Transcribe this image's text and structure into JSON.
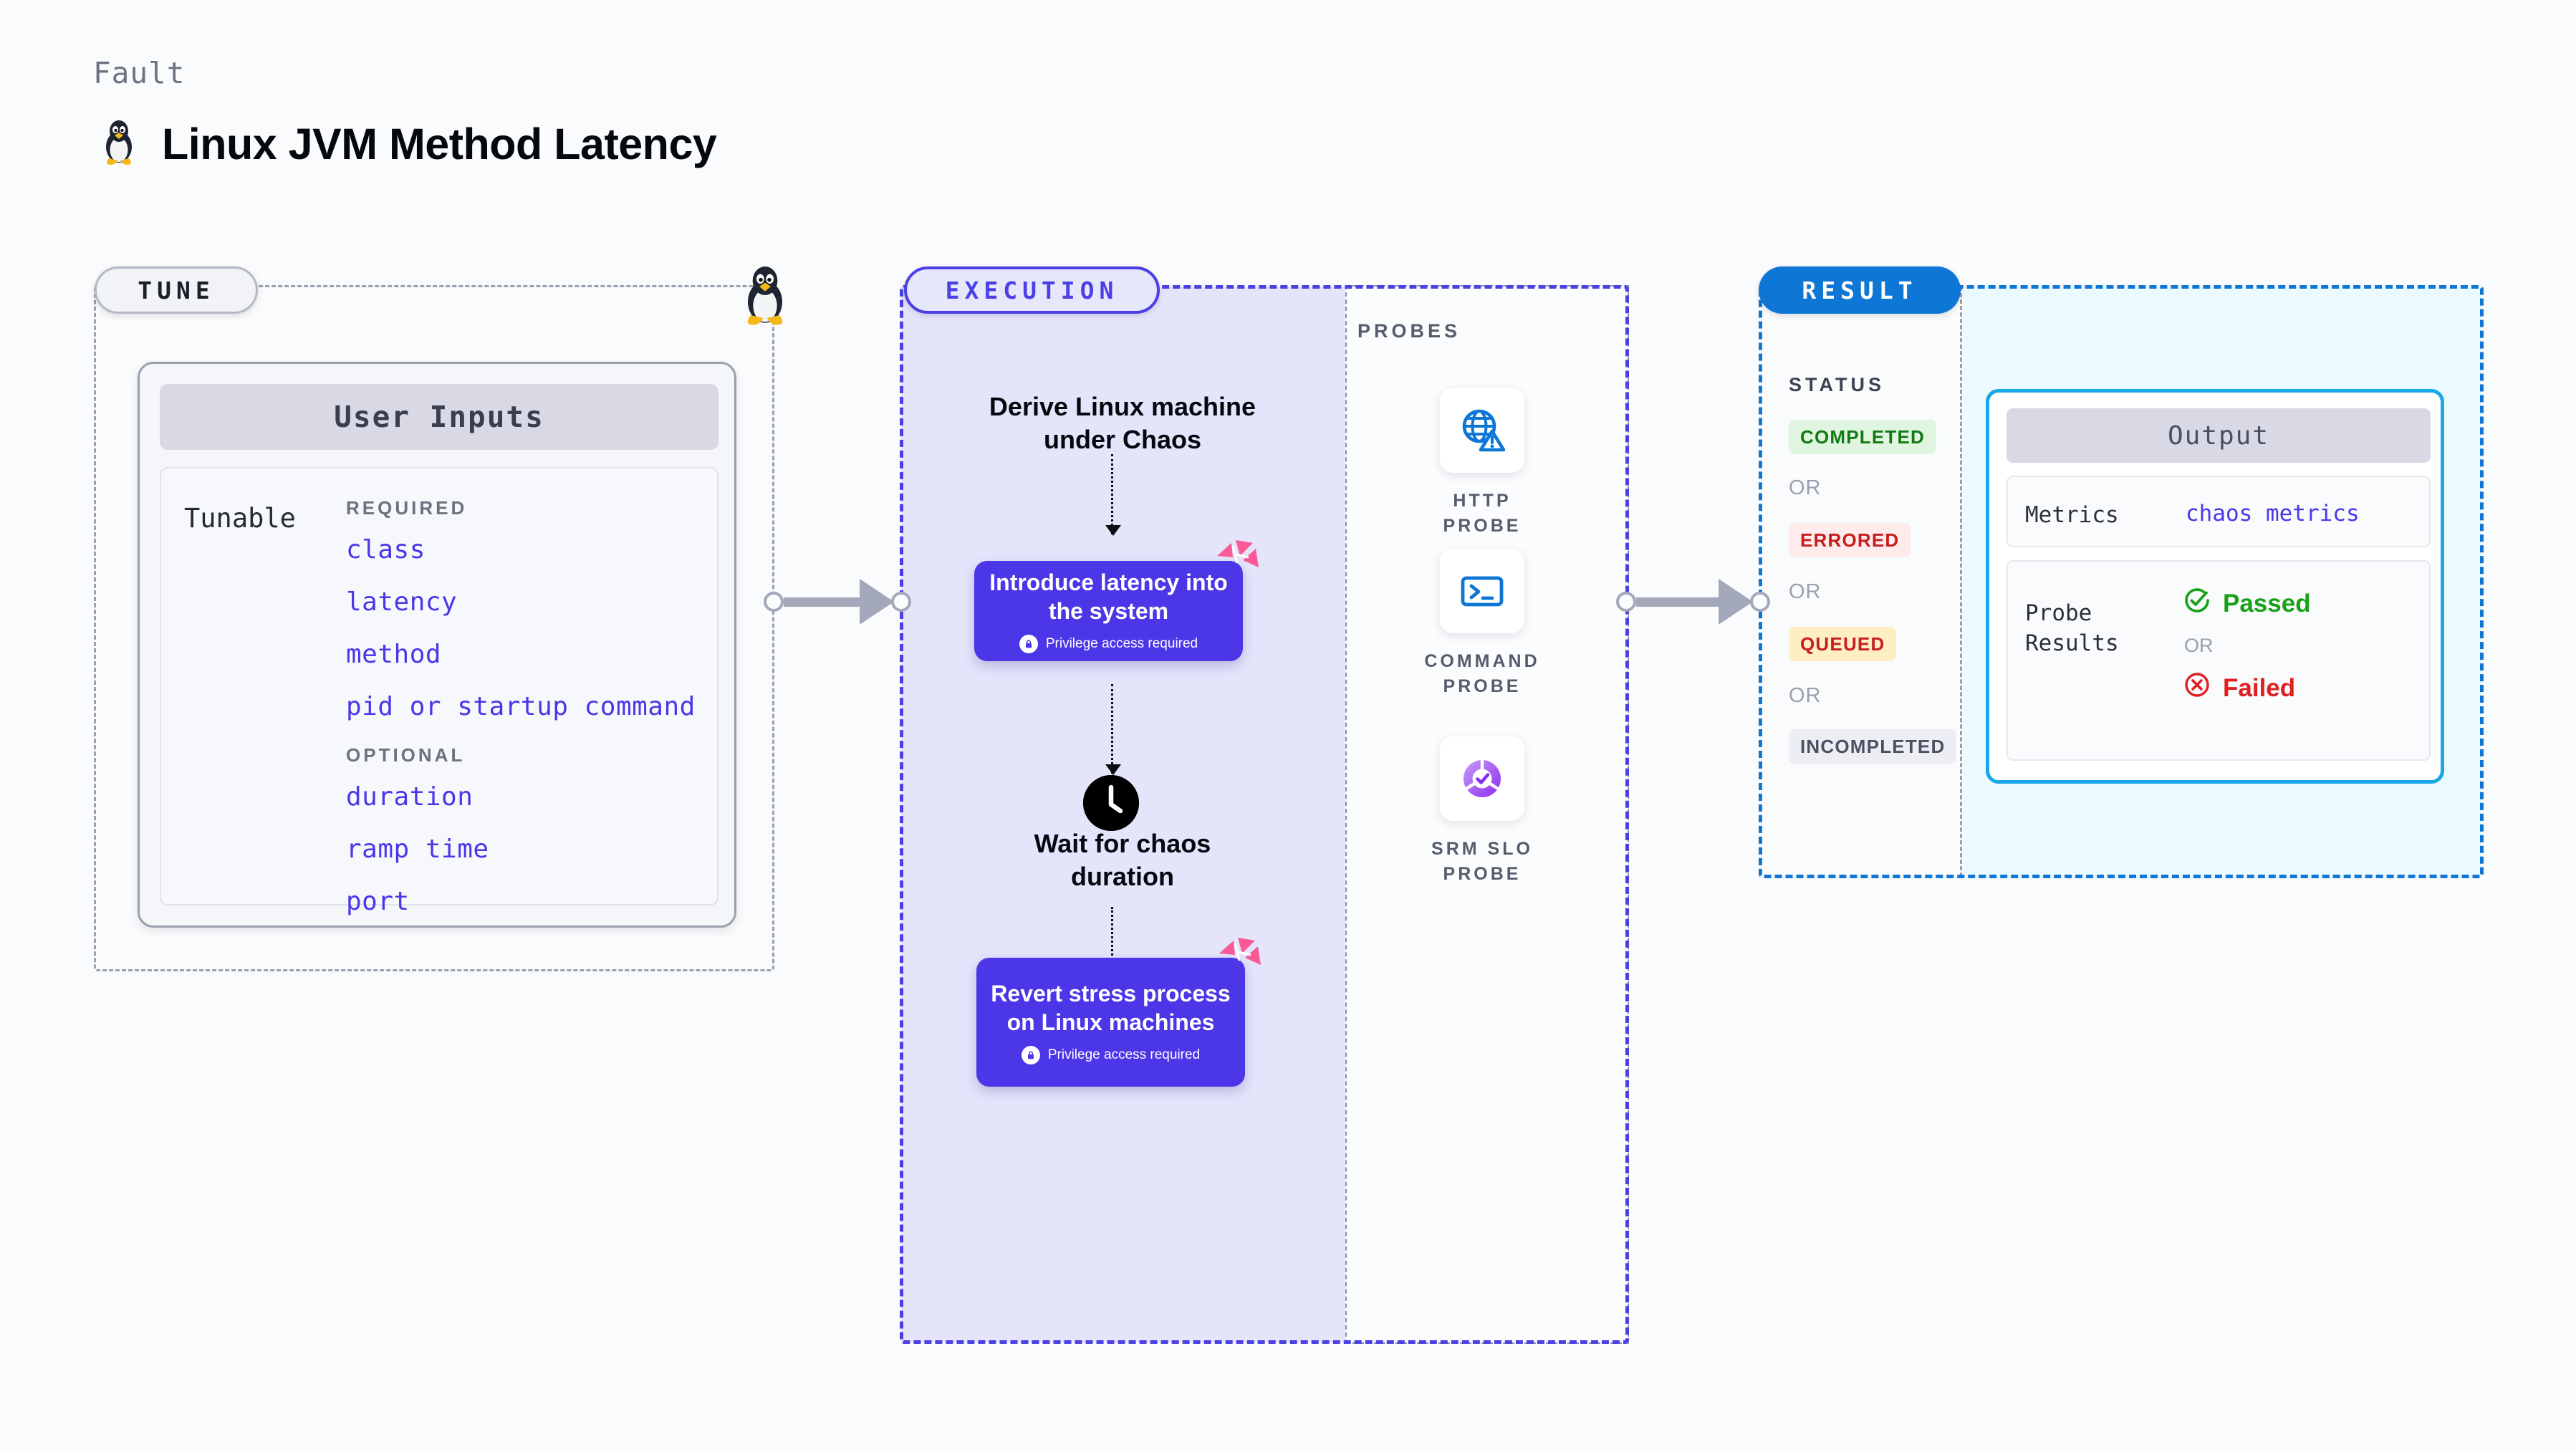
{
  "header": {
    "eyebrow": "Fault",
    "title": "Linux JVM Method Latency",
    "icon": "linux-penguin-icon"
  },
  "tune": {
    "badge": "TUNE",
    "icon": "linux-penguin-icon",
    "card_title": "User Inputs",
    "tunable_label": "Tunable",
    "groups": [
      {
        "heading": "REQUIRED",
        "items": [
          "class",
          "latency",
          "method",
          "pid or startup command"
        ]
      },
      {
        "heading": "OPTIONAL",
        "items": [
          "duration",
          "ramp time",
          "port"
        ]
      }
    ]
  },
  "execution": {
    "badge": "EXECUTION",
    "steps": [
      {
        "type": "text",
        "label": "Derive Linux machine under Chaos"
      },
      {
        "type": "chaos-box",
        "label": "Introduce latency into the system",
        "note": "Privilege access required",
        "icon": "lock-icon",
        "flag": "chaos-flag-icon"
      },
      {
        "type": "wait",
        "label": "Wait for chaos duration",
        "icon": "clock-icon"
      },
      {
        "type": "chaos-box",
        "label": "Revert stress process on Linux machines",
        "note": "Privilege access required",
        "icon": "lock-icon",
        "flag": "chaos-flag-icon"
      }
    ]
  },
  "probes": {
    "title": "PROBES",
    "items": [
      {
        "label": "HTTP PROBE",
        "icon": "globe-warning-icon"
      },
      {
        "label": "COMMAND PROBE",
        "icon": "terminal-icon"
      },
      {
        "label": "SRM SLO PROBE",
        "icon": "slo-donut-check-icon"
      }
    ]
  },
  "result": {
    "badge": "RESULT",
    "status_title": "STATUS",
    "or_label": "OR",
    "statuses": [
      {
        "label": "COMPLETED",
        "bg": "#dff5df",
        "fg": "#127a12"
      },
      {
        "label": "ERRORED",
        "bg": "#fdeceb",
        "fg": "#c81d1d"
      },
      {
        "label": "QUEUED",
        "bg": "#fdeec3",
        "fg": "#c81d1d"
      },
      {
        "label": "INCOMPLETED",
        "bg": "#eceef4",
        "fg": "#4b5160"
      }
    ],
    "output": {
      "title": "Output",
      "metrics_key": "Metrics",
      "metrics_value": "chaos metrics",
      "probe_results_key": "Probe Results",
      "passed_label": "Passed",
      "failed_label": "Failed",
      "or_label": "OR"
    }
  },
  "colors": {
    "accent_purple": "#4b36e8",
    "accent_blue": "#0e76d4",
    "accent_cyan": "#18a8e8",
    "chaos_pink": "#fb5a96",
    "page_bg": "#fafbfc",
    "exec_fill": "#e4e4fb",
    "output_fill": "#eafaff"
  }
}
